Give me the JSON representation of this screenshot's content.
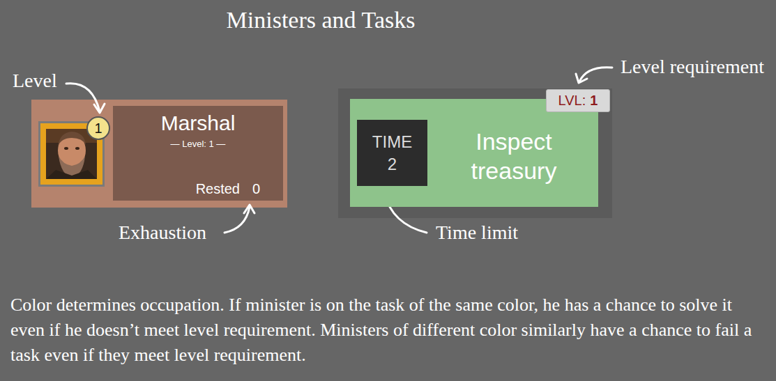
{
  "diagram": {
    "title": "Ministers and Tasks",
    "caption": "Color determines occupation. If minister is on the task of the same color, he has a chance to solve it even if he doesn’t meet level requirement. Ministers of different color similarly have a chance to fail a task even if they meet level requirement.",
    "nodes": [
      {
        "text": [
          "1"
        ]
      },
      {
        "text": [
          "Marshal",
          "— Level: 1 —",
          "Rested",
          "0"
        ]
      },
      {
        "text": [
          "Inspect treasury"
        ]
      },
      {
        "text": [
          "TIME",
          "2"
        ],
        "in": 2
      },
      {
        "text": [
          "LVL:",
          "1"
        ]
      }
    ],
    "labels": [
      "Level",
      "Exhaustion",
      "Time limit",
      "Level requirement"
    ]
  }
}
